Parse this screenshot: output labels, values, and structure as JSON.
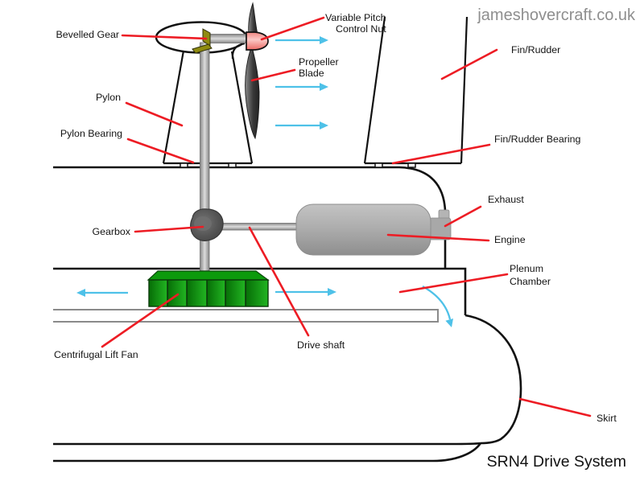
{
  "watermark": "jameshovercraft.co.uk",
  "title": "SRN4 Drive System",
  "labels": {
    "bevelled_gear": "Bevelled Gear",
    "variable_pitch_line1": "Variable Pitch",
    "variable_pitch_line2": "Control Nut",
    "propeller_line1": "Propeller",
    "propeller_line2": "Blade",
    "pylon": "Pylon",
    "pylon_bearing": "Pylon Bearing",
    "fin_rudder": "Fin/Rudder",
    "fin_rudder_bearing": "Fin/Rudder Bearing",
    "exhaust": "Exhaust",
    "engine": "Engine",
    "plenum_line1": "Plenum",
    "plenum_line2": "Chamber",
    "gearbox": "Gearbox",
    "centrifugal_lift_fan": "Centrifugal Lift Fan",
    "drive_shaft": "Drive shaft",
    "skirt": "Skirt"
  },
  "colors": {
    "leader_line_red": "#ed1c24",
    "airflow_arrow_cyan": "#4ec1e8",
    "lift_fan_green": "#0c9a0c",
    "pitch_nut_pink": "#f48a8a",
    "bevel_gear_olive": "#8f8b10",
    "metal_grey": "#aaaaaa",
    "hull_outline_black": "#111111",
    "watermark_grey": "#8e8e8e"
  }
}
